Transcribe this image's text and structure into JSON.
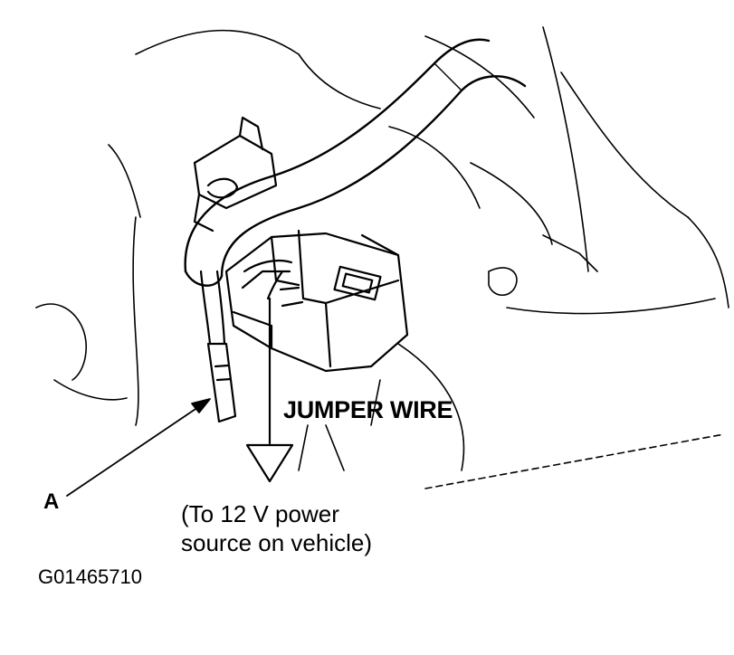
{
  "diagram": {
    "labels": {
      "jumper_wire": "JUMPER WIRE",
      "power_source": "(To 12 V power\nsource on vehicle)",
      "callout_a": "A",
      "figure_id": "G01465710"
    }
  }
}
